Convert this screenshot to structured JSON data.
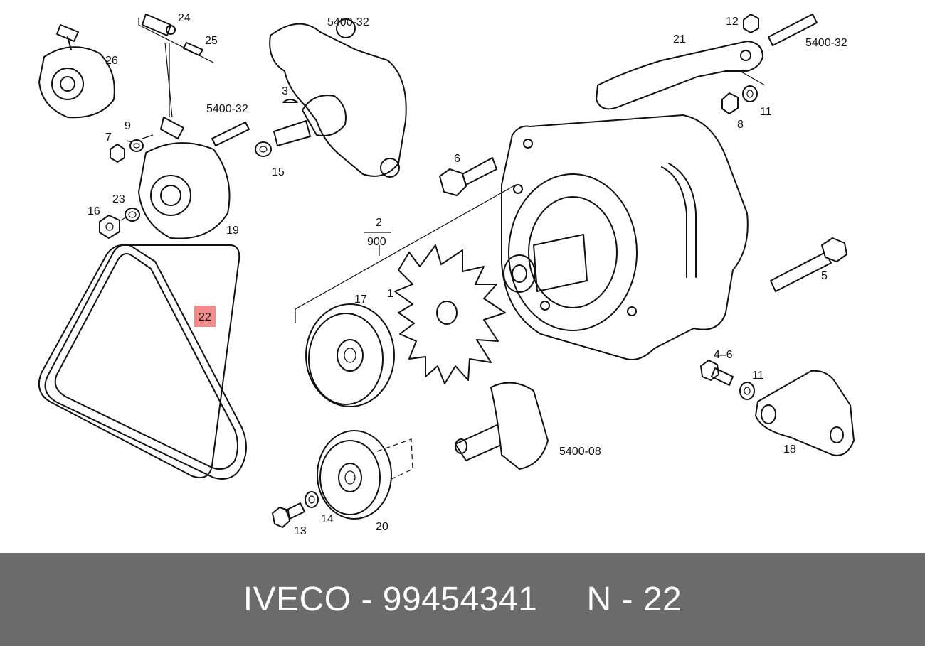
{
  "labels": {
    "p1": "1",
    "p2": "2",
    "p2_sub": "900",
    "p3": "3",
    "p4_6": "4–6",
    "p5": "5",
    "p6": "6",
    "p7": "7",
    "p8": "8",
    "p9": "9",
    "p11a": "11",
    "p11b": "11",
    "p12": "12",
    "p13": "13",
    "p14": "14",
    "p15": "15",
    "p16": "16",
    "p17": "17",
    "p18": "18",
    "p19": "19",
    "p20": "20",
    "p21": "21",
    "p22": "22",
    "p23": "23",
    "p24": "24",
    "p25": "25",
    "p26": "26",
    "ref_a": "5400-32",
    "ref_b": "5400-32",
    "ref_c": "5400-32",
    "ref_d": "5400-08"
  },
  "highlight": {
    "part": "22",
    "color": "#f28b8b"
  },
  "footer": {
    "text": "IVECO - 99454341     N - 22",
    "background": "#6b6b6b"
  }
}
